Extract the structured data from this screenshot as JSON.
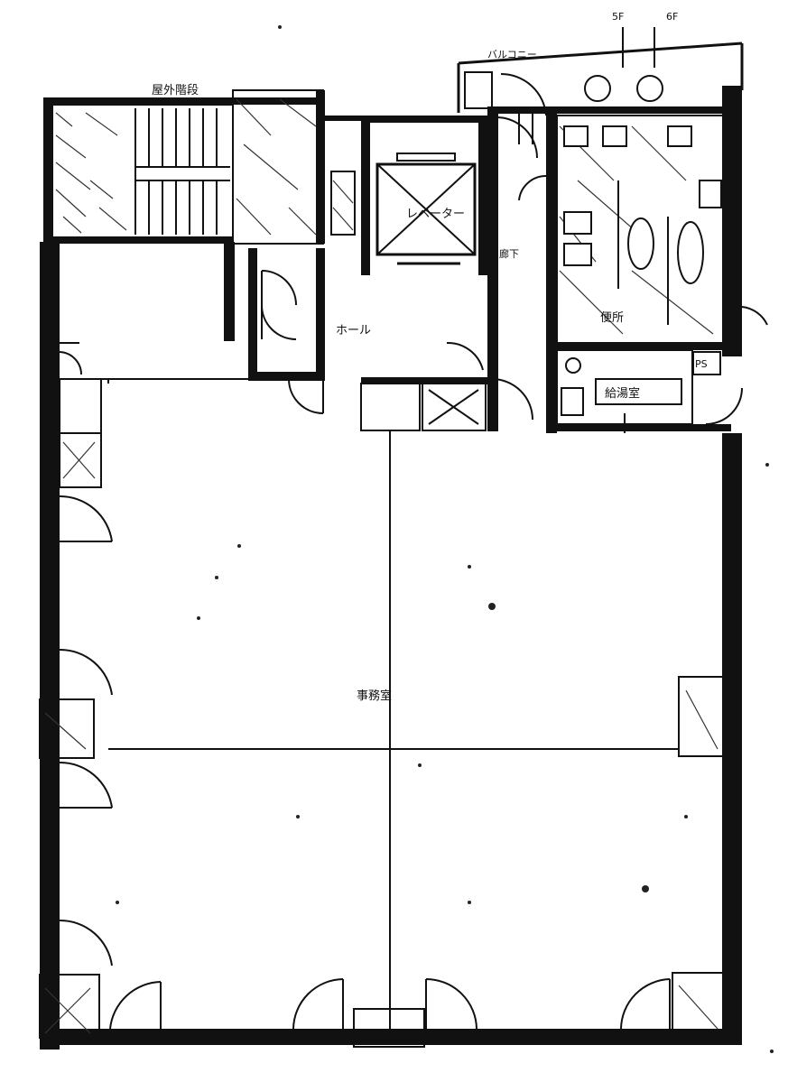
{
  "labels": {
    "stair": "屋外階段",
    "elevator": "レベーター",
    "hall": "ホール",
    "corridor": "廊下",
    "kitchenette": "給湯室",
    "toilet": "便所",
    "office": "事務室",
    "balcony": "バルコニー",
    "elevator_floor_left": "5F",
    "elevator_floor_right": "6F",
    "ps": "PS"
  }
}
